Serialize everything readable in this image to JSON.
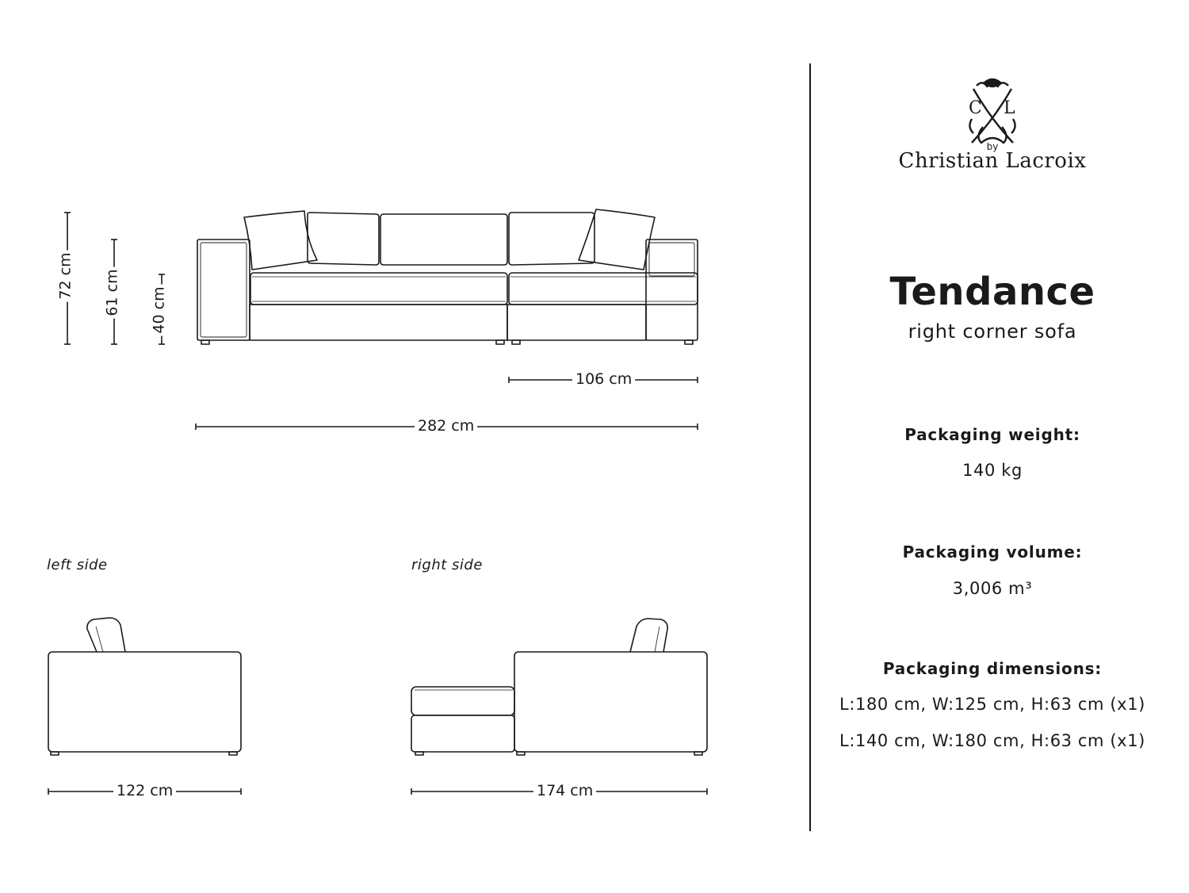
{
  "brand": {
    "by": "by",
    "name": "Christian Lacroix",
    "monogram": "CXL"
  },
  "product": {
    "name": "Tendance",
    "type": "right corner sofa"
  },
  "specs": {
    "weight_label": "Packaging weight:",
    "weight_value": "140 kg",
    "volume_label": "Packaging volume:",
    "volume_value": "3,006 m³",
    "dimensions_label": "Packaging dimensions:",
    "dimensions": [
      "L:180 cm, W:125 cm, H:63 cm (x1)",
      "L:140 cm, W:180 cm, H:63 cm (x1)"
    ]
  },
  "front_view": {
    "heights": [
      "72 cm",
      "61 cm",
      "40 cm"
    ],
    "chaise_width": "106 cm",
    "total_width": "282 cm"
  },
  "left_side": {
    "caption": "left side",
    "depth": "122 cm"
  },
  "right_side": {
    "caption": "right side",
    "depth": "174 cm"
  },
  "colors": {
    "line": "#1a1a1a",
    "background": "#ffffff"
  }
}
